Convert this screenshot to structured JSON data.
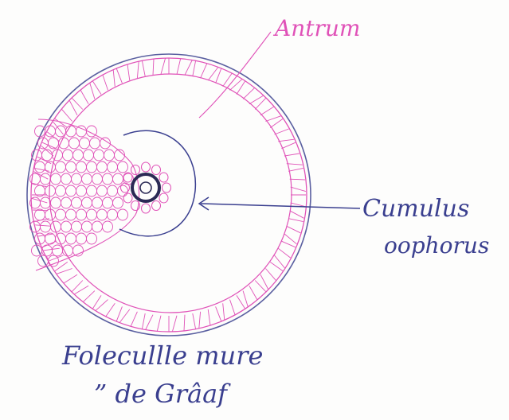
{
  "labels": {
    "antrum": "Antrum",
    "cumulus_line1": "Cumulus",
    "cumulus_line2": "oophorus",
    "caption_line1": "Folecullle mure",
    "caption_line2": "” de Grâaf"
  },
  "colors": {
    "paper": "#fdfdfc",
    "pink_ink": "#e052b8",
    "blue_ink": "#3a3f8f",
    "dark_ink": "#2b2a55"
  }
}
